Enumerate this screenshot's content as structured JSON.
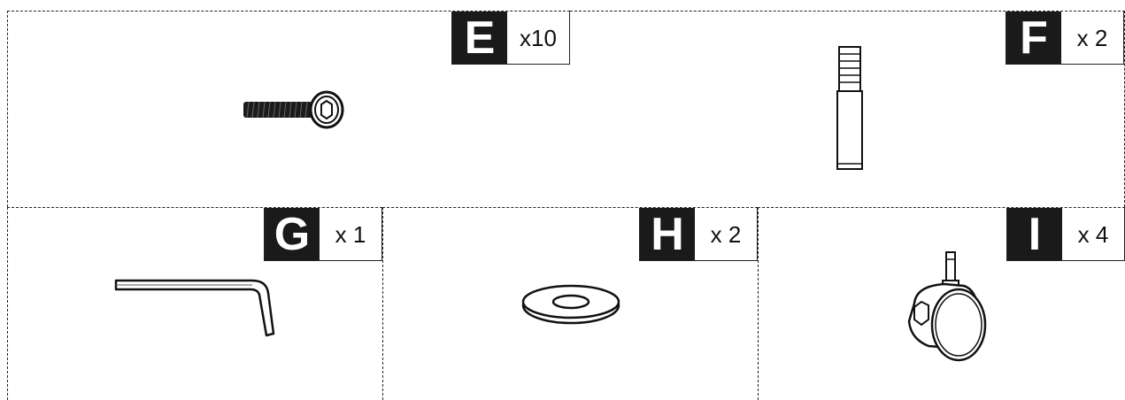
{
  "parts": [
    {
      "letter": "E",
      "qty": "x10",
      "name": "bolt"
    },
    {
      "letter": "F",
      "qty": "x 2",
      "name": "dowel-pin"
    },
    {
      "letter": "G",
      "qty": "x 1",
      "name": "allen-key"
    },
    {
      "letter": "H",
      "qty": "x 2",
      "name": "washer"
    },
    {
      "letter": "I",
      "qty": "x 4",
      "name": "caster-wheel"
    }
  ]
}
